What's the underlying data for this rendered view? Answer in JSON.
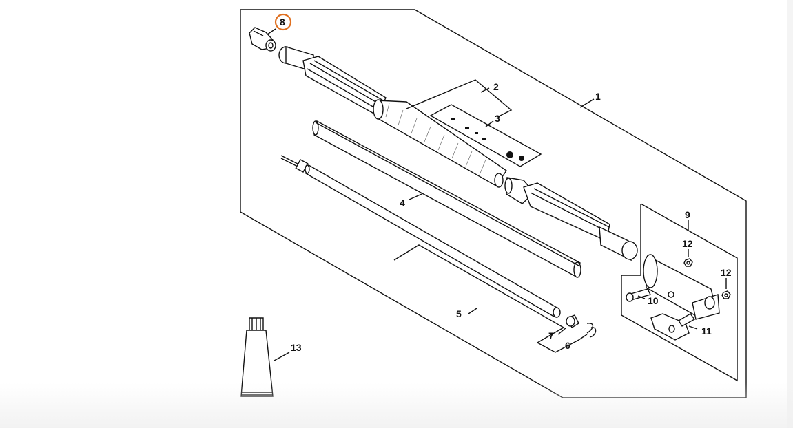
{
  "diagram": {
    "part_numbers": [
      {
        "id": "1",
        "label": "1"
      },
      {
        "id": "2",
        "label": "2"
      },
      {
        "id": "3",
        "label": "3"
      },
      {
        "id": "4",
        "label": "4"
      },
      {
        "id": "5",
        "label": "5"
      },
      {
        "id": "6",
        "label": "6"
      },
      {
        "id": "7",
        "label": "7"
      },
      {
        "id": "8",
        "label": "8",
        "highlighted": true
      },
      {
        "id": "9",
        "label": "9"
      },
      {
        "id": "10",
        "label": "10"
      },
      {
        "id": "11",
        "label": "11"
      },
      {
        "id": "12a",
        "label": "12"
      },
      {
        "id": "12b",
        "label": "12"
      },
      {
        "id": "13",
        "label": "13"
      }
    ],
    "highlight_color": "#e07020",
    "line_color": "#111111"
  }
}
